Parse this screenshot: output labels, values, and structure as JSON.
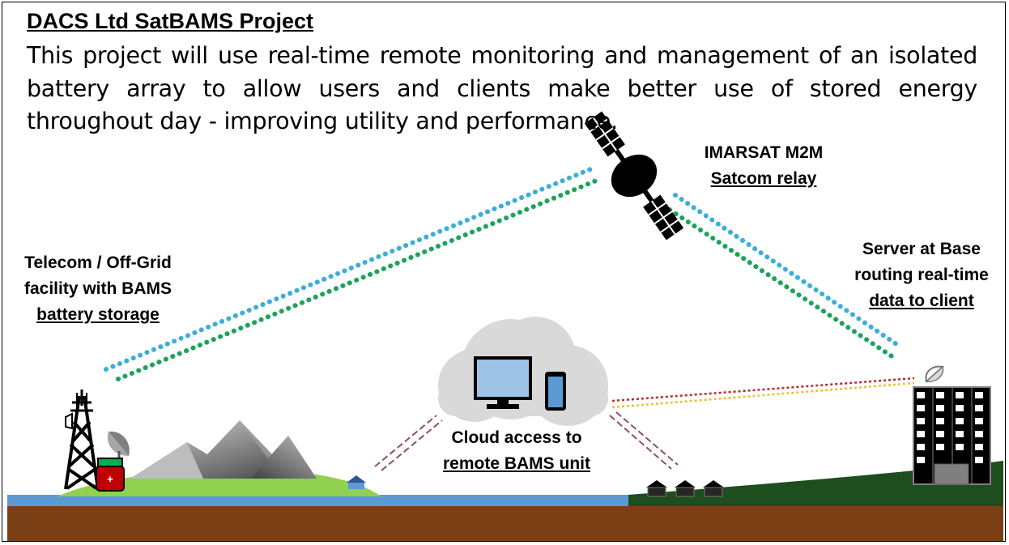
{
  "title": "DACS Ltd SatBAMS Project",
  "description": "This project will use real-time remote monitoring and management of an isolated battery array to allow users and clients make better use of stored energy throughout day - improving  utility and performance.",
  "satellite_label": {
    "line1": "IMARSAT M2M",
    "line2": "Satcom relay"
  },
  "telecom_label": {
    "line1": "Telecom / Off-Grid",
    "line2": "facility with BAMS",
    "line3": "battery storage"
  },
  "server_label": {
    "line1": "Server at Base",
    "line2": "routing real-time",
    "line3": "data to client"
  },
  "cloud_label": {
    "line1": "Cloud access to",
    "line2": "remote BAMS unit"
  },
  "battery_symbol": "+",
  "colors": {
    "uplink_blue": "#3BAEDB",
    "uplink_green": "#1BA35B",
    "link_red": "#C0262D",
    "link_yellow": "#E8C12E",
    "cloud_link": "#8E4E63",
    "sea": "#5B9BD5",
    "soil": "#7B3F16",
    "grass_light": "#92D050",
    "grass_dark": "#1E4D1E",
    "battery_green": "#00B050",
    "battery_red": "#C00000"
  }
}
